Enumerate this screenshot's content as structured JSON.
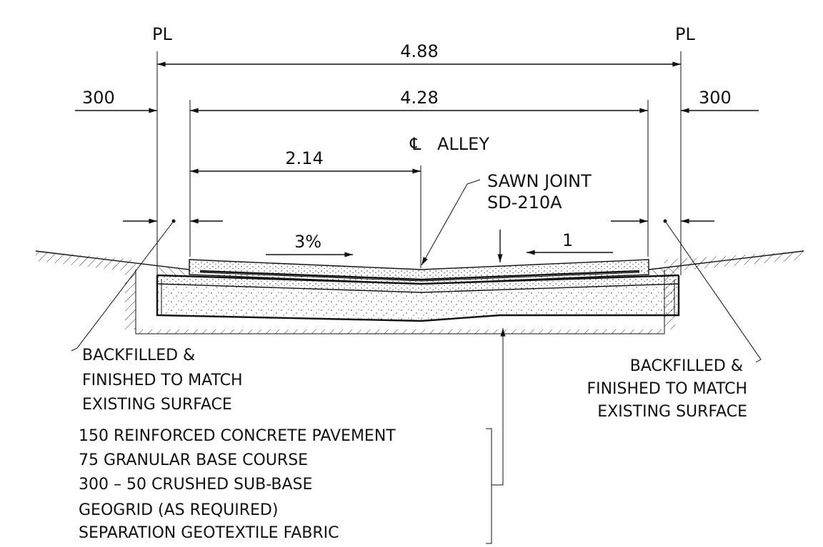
{
  "labels": {
    "pl_left": "PL",
    "pl_right": "PL",
    "centerline": "ALLEY",
    "centerline_symbol": "CL"
  },
  "dimensions": {
    "overall": "4.88",
    "pavement": "4.28",
    "half": "2.14",
    "left_offset": "300",
    "right_offset": "300"
  },
  "slope": {
    "percent": "3%",
    "ratio": "1"
  },
  "joint": {
    "line1": "SAWN JOINT",
    "line2": "SD-210A"
  },
  "note_left": {
    "line1": "BACKFILLED &",
    "line2": "FINISHED TO MATCH",
    "line3": "EXISTING SURFACE"
  },
  "note_right": {
    "line1": "BACKFILLED &",
    "line2": "FINISHED TO MATCH",
    "line3": "EXISTING SURFACE"
  },
  "layers": {
    "line1": "150 REINFORCED CONCRETE PAVEMENT",
    "line2": "75 GRANULAR BASE COURSE",
    "line3": "300 – 50 CRUSHED SUB-BASE",
    "line4": "GEOGRID (AS REQUIRED)",
    "line5": "SEPARATION GEOTEXTILE FABRIC"
  }
}
